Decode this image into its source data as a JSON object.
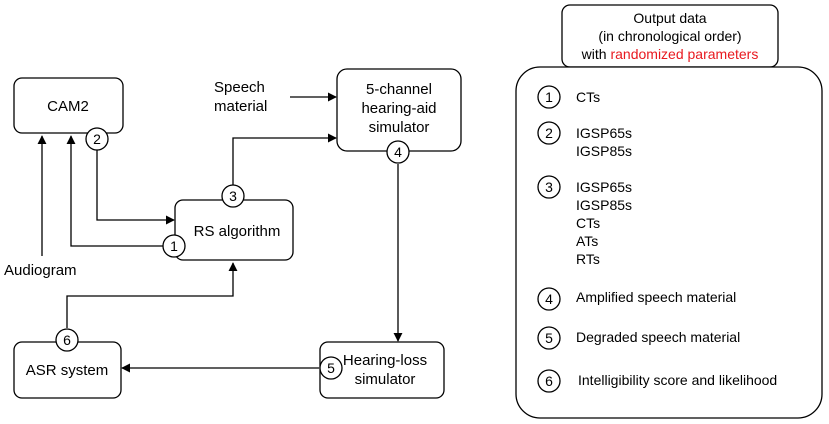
{
  "colors": {
    "highlight": "#e8191f",
    "stroke": "#000000"
  },
  "blocks": {
    "cam2": "CAM2",
    "rs": "RS algorithm",
    "hearing_aid": [
      "5-channel",
      "hearing-aid",
      "simulator"
    ],
    "hearing_loss": [
      "Hearing-loss",
      "simulator"
    ],
    "asr": "ASR system"
  },
  "inputs": {
    "speech": [
      "Speech",
      "material"
    ],
    "audiogram": "Audiogram"
  },
  "markers": [
    "1",
    "2",
    "3",
    "4",
    "5",
    "6"
  ],
  "legend": {
    "title": [
      "Output data",
      "(in chronological order)"
    ],
    "title_with": "with",
    "title_highlight": "randomized parameters",
    "items": [
      {
        "num": "1",
        "lines": [
          {
            "text": "CTs",
            "red": true
          }
        ]
      },
      {
        "num": "2",
        "lines": [
          {
            "text": "IGSP65s",
            "red": false
          },
          {
            "text": "IGSP85s",
            "red": false
          }
        ]
      },
      {
        "num": "3",
        "lines": [
          {
            "text": "IGSP65s",
            "red": true
          },
          {
            "text": "IGSP85s",
            "red": true
          },
          {
            "text": "CTs",
            "red": true
          },
          {
            "text": "ATs",
            "red": false
          },
          {
            "text": "RTs",
            "red": false
          }
        ]
      },
      {
        "num": "4",
        "lines": [
          {
            "text": "Amplified speech material",
            "red": false
          }
        ]
      },
      {
        "num": "5",
        "lines": [
          {
            "text": "Degraded speech material",
            "red": false
          }
        ]
      },
      {
        "num": "6",
        "lines": [
          {
            "text": "Intelligibility score and likelihood",
            "red": false
          }
        ]
      }
    ]
  }
}
